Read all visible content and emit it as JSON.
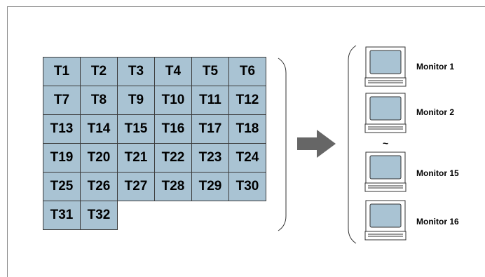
{
  "tiles": [
    "T1",
    "T2",
    "T3",
    "T4",
    "T5",
    "T6",
    "T7",
    "T8",
    "T9",
    "T10",
    "T11",
    "T12",
    "T13",
    "T14",
    "T15",
    "T16",
    "T17",
    "T18",
    "T19",
    "T20",
    "T21",
    "T22",
    "T23",
    "T24",
    "T25",
    "T26",
    "T27",
    "T28",
    "T29",
    "T30",
    "T31",
    "T32"
  ],
  "monitors": [
    {
      "label": "Monitor 1"
    },
    {
      "label": "Monitor 2"
    },
    {
      "label": "Monitor 15"
    },
    {
      "label": "Monitor 16"
    }
  ],
  "ellipsis_glyph": "~",
  "colors": {
    "tile_fill": "#a9c3d3",
    "screen_fill": "#a9c3d3",
    "arrow": "#666666",
    "outline": "#3c3c3c"
  }
}
